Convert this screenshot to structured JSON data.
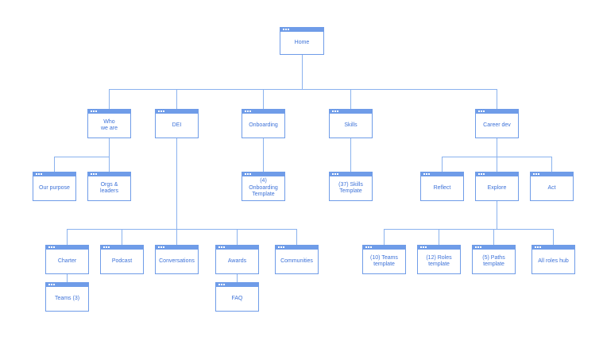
{
  "colors": {
    "accent": "#6f9ce8",
    "line": "#8ab2ee",
    "text": "#3d72d8",
    "background": "#ffffff"
  },
  "icons": {
    "window_controls": "three-dots-icon"
  },
  "sitemap": {
    "home": "Home",
    "who_we_are": "Who\nwe are",
    "dei": "DEI",
    "onboarding": "Onboarding",
    "skills": "Skills",
    "career_dev": "Career dev",
    "our_purpose": "Our purpose",
    "orgs_leaders": "Orgs &\nleaders",
    "onboarding_template": "(4)\nOnboarding\nTemplate",
    "skills_template": "(37) Skills\nTemplate",
    "reflect": "Reflect",
    "explore": "Explore",
    "act": "Act",
    "charter": "Charter",
    "podcast": "Podcast",
    "conversations": "Conversations",
    "awards": "Awards",
    "communities": "Communities",
    "teams_template": "(10) Teams\ntemplate",
    "roles_template": "(12) Roles\ntemplate",
    "paths_template": "(5) Paths\ntemplate",
    "all_roles_hub": "All roles hub",
    "teams": "Teams (3)",
    "faq": "FAQ"
  }
}
